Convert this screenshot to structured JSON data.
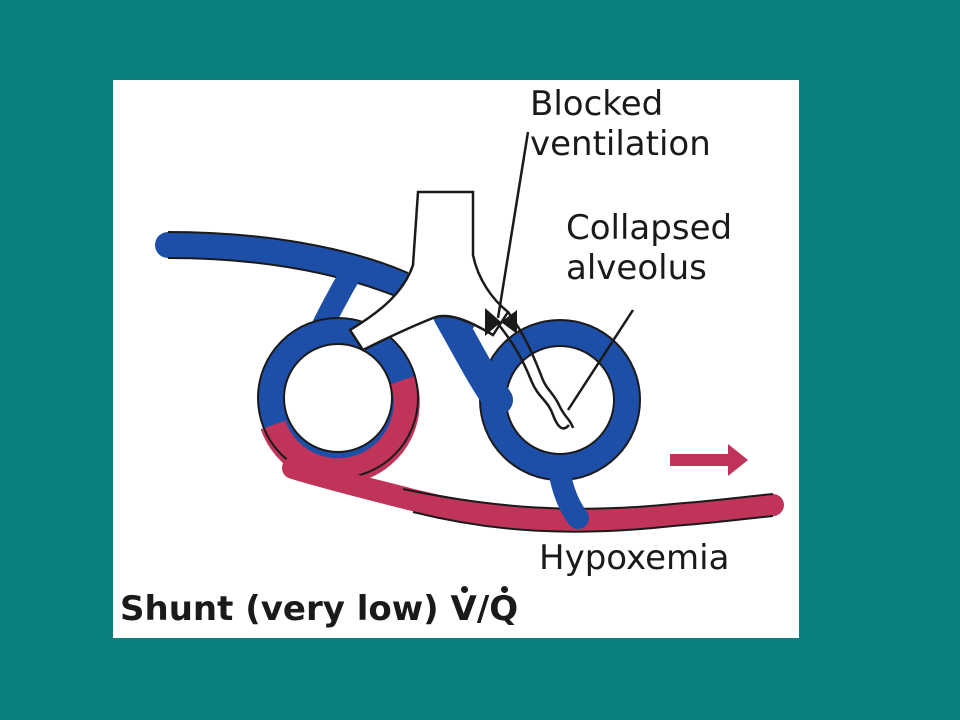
{
  "diagram": {
    "labels": {
      "blocked_line1": "Blocked",
      "blocked_line2": "ventilation",
      "collapsed_line1": "Collapsed",
      "collapsed_line2": "alveolus",
      "hypoxemia": "Hypoxemia",
      "title_prefix": "Shunt (very low) ",
      "title_v": "V",
      "title_slash": "/",
      "title_q": "Q"
    },
    "colors": {
      "background": "#0a8080",
      "panel": "#ffffff",
      "deoxygenated_blood": "#1e4fa8",
      "mixed_blood": "#c0345a",
      "airway": "#ffffff",
      "outline": "#1a1a1a"
    }
  }
}
